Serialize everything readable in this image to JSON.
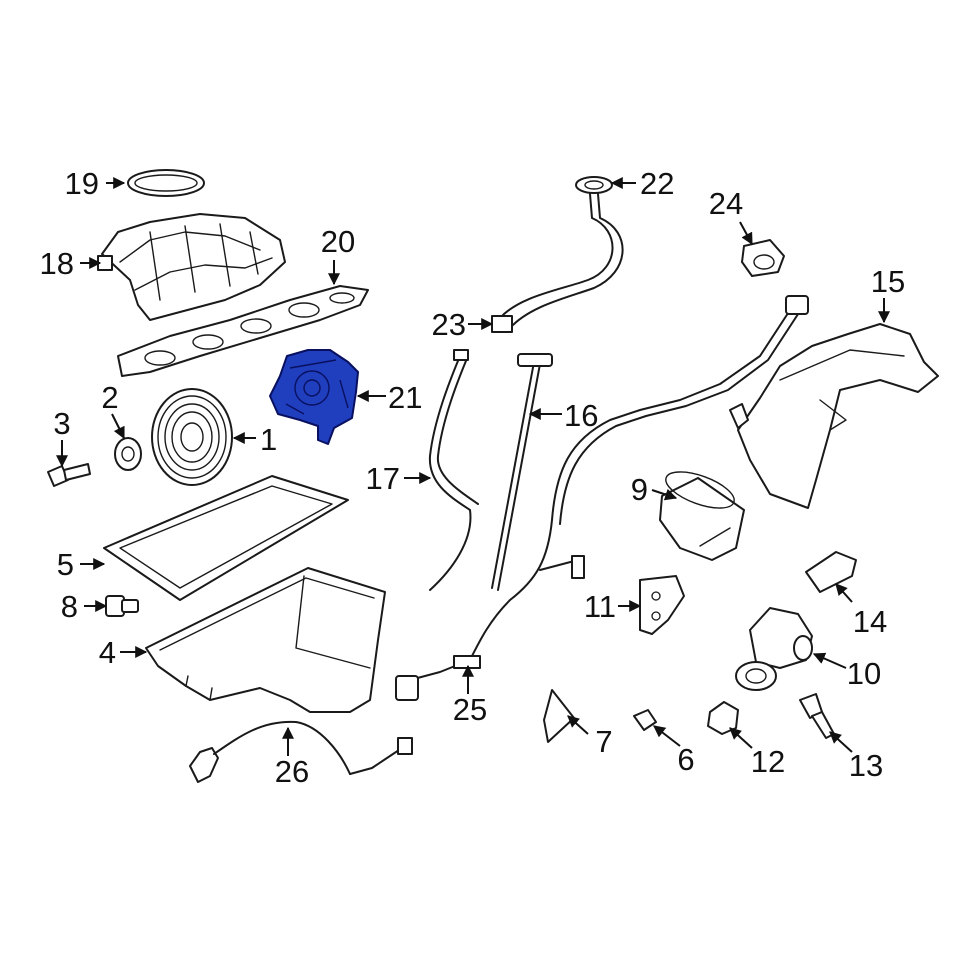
{
  "diagram": {
    "highlight_color": "#1f3fbf",
    "highlighted_part": "21",
    "callouts": [
      {
        "id": "c1",
        "label": "1"
      },
      {
        "id": "c2",
        "label": "2"
      },
      {
        "id": "c3",
        "label": "3"
      },
      {
        "id": "c4",
        "label": "4"
      },
      {
        "id": "c5",
        "label": "5"
      },
      {
        "id": "c6",
        "label": "6"
      },
      {
        "id": "c7",
        "label": "7"
      },
      {
        "id": "c8",
        "label": "8"
      },
      {
        "id": "c9",
        "label": "9"
      },
      {
        "id": "c10",
        "label": "10"
      },
      {
        "id": "c11",
        "label": "11"
      },
      {
        "id": "c12",
        "label": "12"
      },
      {
        "id": "c13",
        "label": "13"
      },
      {
        "id": "c14",
        "label": "14"
      },
      {
        "id": "c15",
        "label": "15"
      },
      {
        "id": "c16",
        "label": "16"
      },
      {
        "id": "c17",
        "label": "17"
      },
      {
        "id": "c18",
        "label": "18"
      },
      {
        "id": "c19",
        "label": "19"
      },
      {
        "id": "c20",
        "label": "20"
      },
      {
        "id": "c21",
        "label": "21"
      },
      {
        "id": "c22",
        "label": "22"
      },
      {
        "id": "c23",
        "label": "23"
      },
      {
        "id": "c24",
        "label": "24"
      },
      {
        "id": "c25",
        "label": "25"
      },
      {
        "id": "c26",
        "label": "26"
      }
    ]
  }
}
